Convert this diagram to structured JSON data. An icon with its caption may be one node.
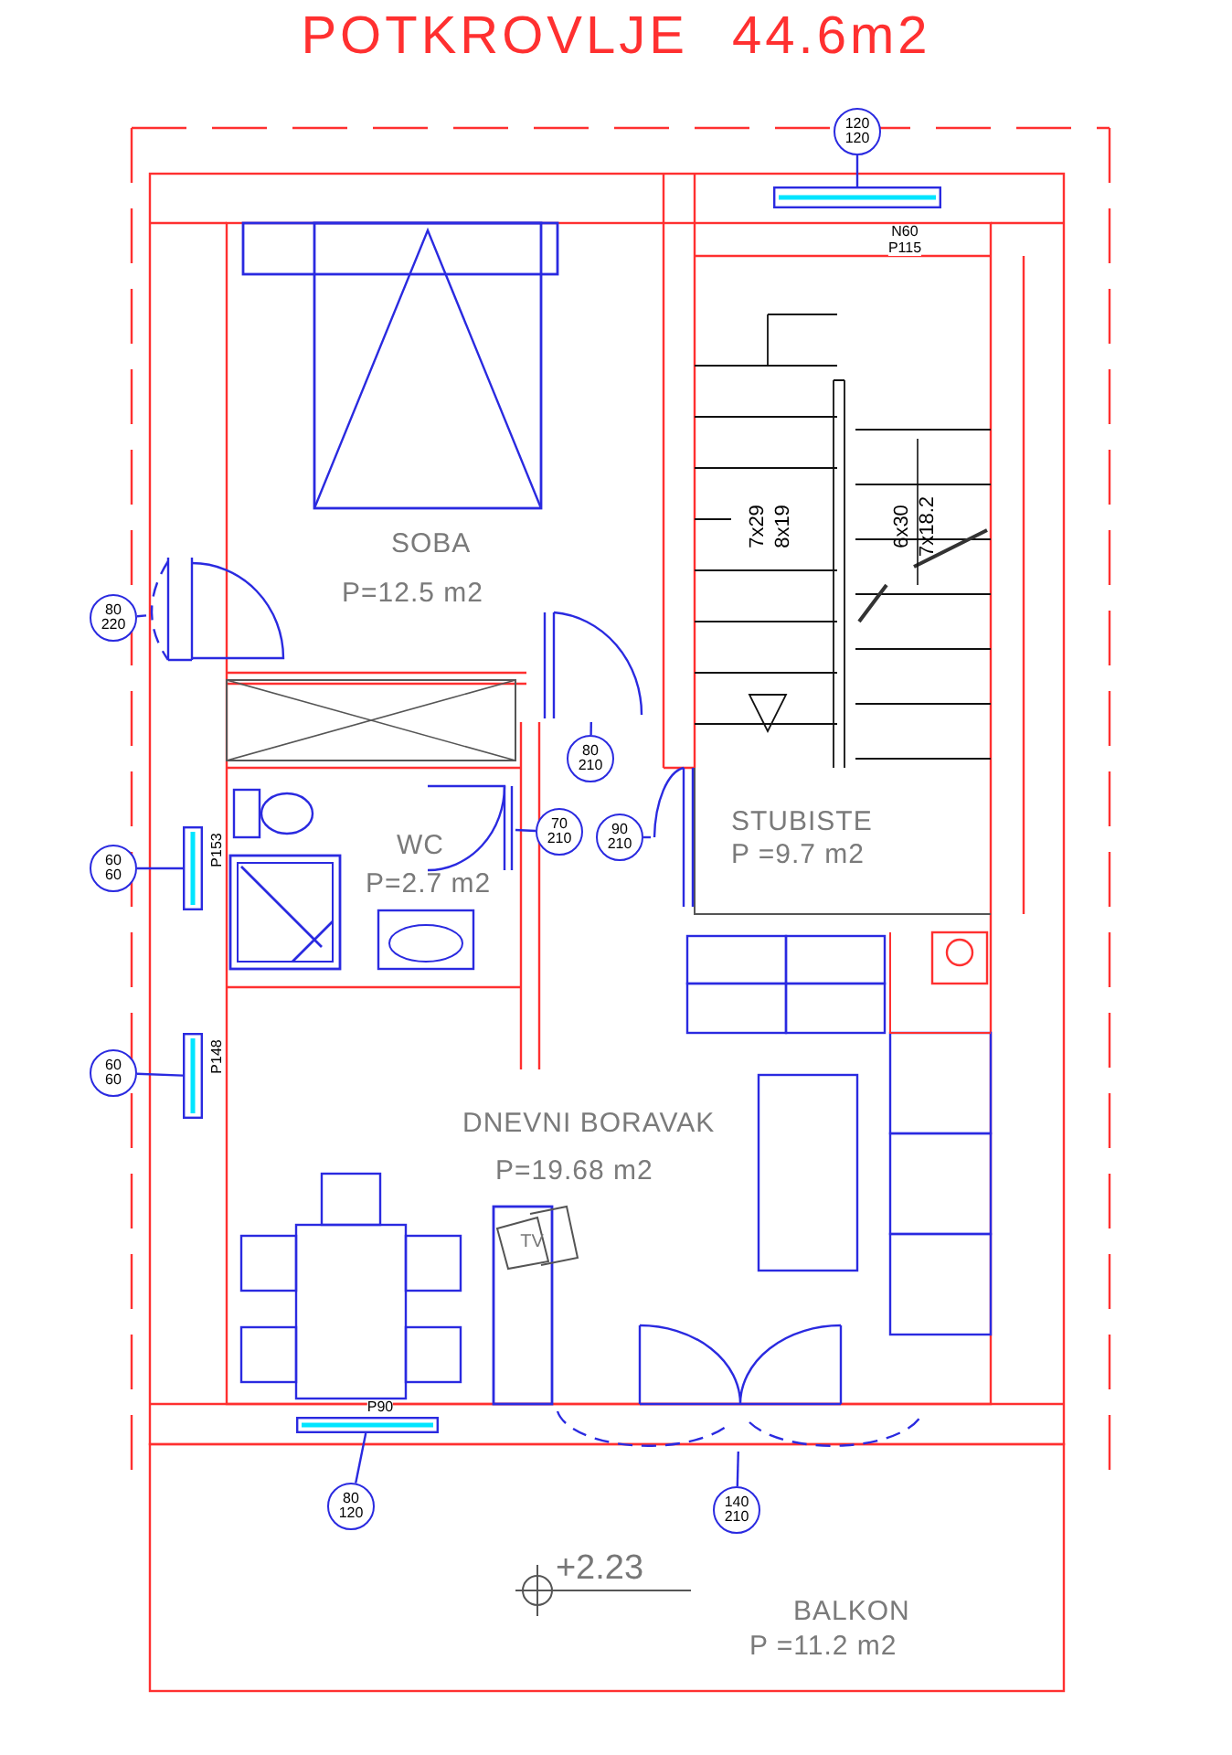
{
  "diagram": {
    "title": "POTKROVLJE 44.6m2",
    "nodes": [
      {
        "text": [
          "120 120"
        ]
      },
      {
        "text": [],
        "shape": "window",
        "beside": [
          "N60",
          "P115"
        ]
      },
      {
        "text": [
          "SOBA",
          "P=12.5 m2"
        ]
      },
      {
        "text": [
          "STUBISTE",
          "P =9.7 m2"
        ]
      },
      {
        "text": [
          "80 220"
        ]
      },
      {
        "text": [],
        "shape": "door"
      },
      {
        "text": [],
        "shape": "door"
      },
      {
        "text": [
          "80 210"
        ]
      },
      {
        "text": [
          "WC",
          "P=2.7 m2"
        ]
      },
      {
        "text": [],
        "shape": "door"
      },
      {
        "text": [
          "70 210"
        ]
      },
      {
        "text": [
          "90 210"
        ]
      },
      {
        "text": [],
        "shape": "door"
      },
      {
        "text": [
          "60 60"
        ]
      },
      {
        "text": [],
        "shape": "window",
        "beside": [
          "P153"
        ]
      },
      {
        "text": [
          "60 60"
        ]
      },
      {
        "text": [],
        "shape": "window",
        "beside": [
          "P148"
        ]
      },
      {
        "text": [
          "DNEVNI BORAVAK",
          "P=19.68 m2"
        ]
      },
      {
        "text": [],
        "shape": "window",
        "beside": [
          "P90"
        ]
      },
      {
        "text": [],
        "shape": "door"
      },
      {
        "text": [
          "80 120"
        ]
      },
      {
        "text": [
          "140 210"
        ]
      },
      {
        "text": [
          "BALKON",
          "P =11.2 m2"
        ]
      }
    ],
    "edges": [
      {
        "from": 0,
        "to": 1,
        "arrow": "none"
      },
      {
        "from": 4,
        "to": 5,
        "arrow": "none"
      },
      {
        "from": 7,
        "to": 6,
        "arrow": "none"
      },
      {
        "from": 10,
        "to": 9,
        "arrow": "none"
      },
      {
        "from": 11,
        "to": 12,
        "arrow": "none"
      },
      {
        "from": 13,
        "to": 14,
        "arrow": "none"
      },
      {
        "from": 15,
        "to": 16,
        "arrow": "none"
      },
      {
        "from": 20,
        "to": 18,
        "arrow": "none"
      },
      {
        "from": 21,
        "to": 19,
        "arrow": "none"
      }
    ],
    "labels": [
      "7x29",
      "8x19",
      "6x30",
      "7x18.2",
      "TV",
      "+2.23"
    ]
  }
}
